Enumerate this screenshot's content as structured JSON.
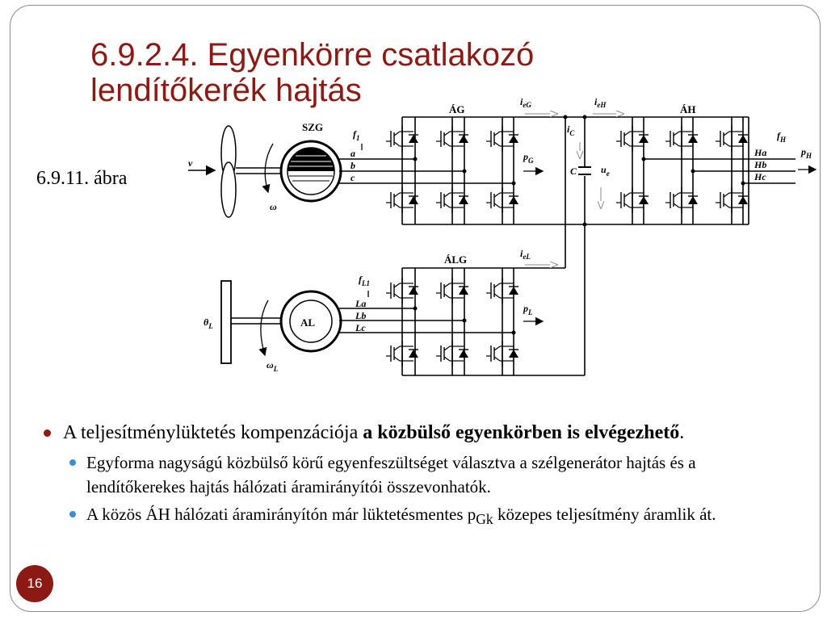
{
  "slide": {
    "title_line1": "6.9.2.4. Egyenkörre csatlakozó",
    "title_line2": "lendítőkerék hajtás",
    "figure_caption": "6.9.11. ábra",
    "page_number": "16"
  },
  "diagram": {
    "labels": {
      "AG": "ÁG",
      "AH": "ÁH",
      "ALG": "ÁLG",
      "SZG": "SZG",
      "AL": "AL",
      "ieG": [
        "i",
        "eG"
      ],
      "ieH": [
        "i",
        "eH"
      ],
      "ieL": [
        "i",
        "eL"
      ],
      "iC": [
        "i",
        "C"
      ],
      "f1": [
        "f",
        "1"
      ],
      "fH": [
        "f",
        "H"
      ],
      "fL1": [
        "f",
        "L1"
      ],
      "pG": [
        "p",
        "G"
      ],
      "pL": [
        "p",
        "L"
      ],
      "pH": [
        "p",
        "H"
      ],
      "C": "C",
      "ue": [
        "u",
        "e"
      ],
      "v": "v",
      "omega": "ω",
      "omegaL": [
        "ω",
        "L"
      ],
      "thetaL": [
        "θ",
        "L"
      ],
      "a": "a",
      "b": "b",
      "c": "c",
      "Ha": "Ha",
      "Hb": "Hb",
      "Hc": "Hc",
      "La": "La",
      "Lb": "Lb",
      "Lc": "Lc"
    }
  },
  "bullets": {
    "b1_normal": "A teljesítménylüktetés kompenzációja ",
    "b1_bold": "a közbülső egyenkörben is elvégezhető",
    "b1_end": ".",
    "b2": "Egyforma nagyságú közbülső körű egyenfeszültséget választva a szélgenerátor hajtás és a lendítőkerekes hajtás hálózati áramirányítói összevonhatók.",
    "b3_pre": "A közös ÁH hálózati áramirányítón már lüktetésmentes p",
    "b3_sub": "Gk",
    "b3_post": " közepes teljesítmény áramlik át."
  }
}
